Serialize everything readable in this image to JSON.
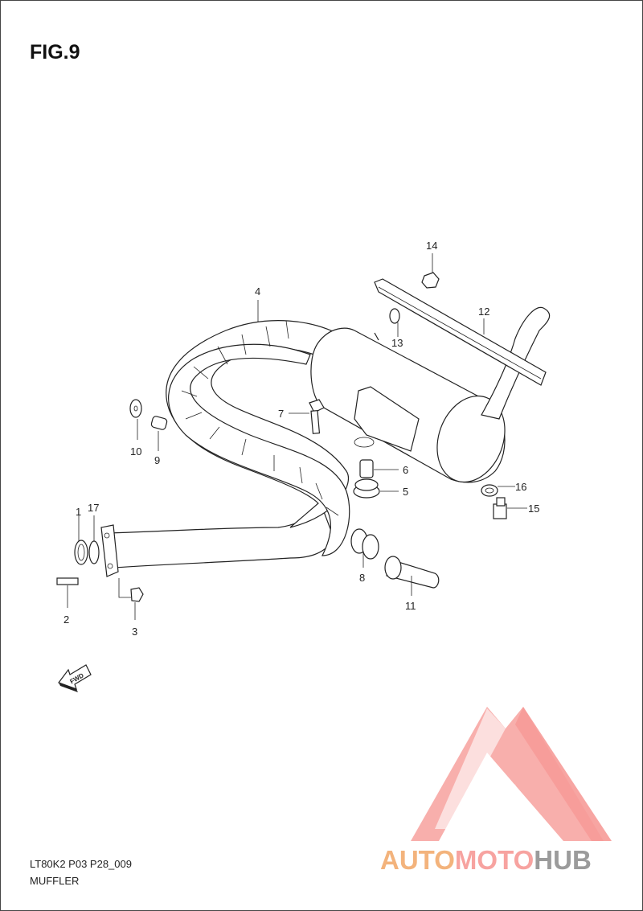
{
  "figure": {
    "title": "FIG.9",
    "code": "LT80K2 P03 P28_009",
    "name": "MUFFLER"
  },
  "fwd_label": "FWD",
  "callouts": [
    "1",
    "2",
    "3",
    "4",
    "5",
    "6",
    "7",
    "8",
    "9",
    "10",
    "11",
    "12",
    "13",
    "14",
    "15",
    "16",
    "17"
  ],
  "watermark": {
    "part1": "AUTO",
    "part2": "MOTO",
    "part3": "HUB",
    "color_auto": "#f3b37c",
    "color_moto": "#f7a3a0",
    "color_hub": "#9b9b9b",
    "logo_color": "#f58a86"
  }
}
